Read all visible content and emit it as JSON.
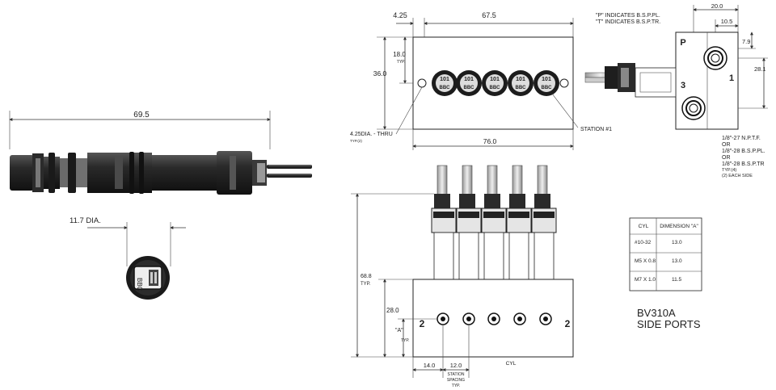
{
  "dims": {
    "len_69_5": "69.5",
    "dia_11_7": "11.7 DIA.",
    "w_4_25": "4.25",
    "w_67_5": "67.5",
    "h_18_0": "18.0",
    "h_18_typ": "TYP.",
    "h_36_0": "36.0",
    "w_76_0": "76.0",
    "hole_label": "4.25DIA. - THRU",
    "hole_sub": "TYP.(2)",
    "station1": "STATION #1",
    "w_20_0": "20.0",
    "w_10_5": "10.5",
    "h_7_9": "7.9",
    "h_28_1": "28.1",
    "h_68_8": "68.8",
    "h_68_typ": "TYP.",
    "h_28_0": "28.0",
    "h_a": "\"A\"",
    "h_a_typ": "TYP.",
    "w_14_0": "14.0",
    "w_12_0": "12.0",
    "spacing_1": "STATION",
    "spacing_2": "SPACING",
    "spacing_3": "TYP.",
    "cyl_label": "CYL"
  },
  "notes": {
    "p_note": "\"P\" INDICATES B.S.P.PL.",
    "t_note": "\"T\" INDICATES B.S.P.TR.",
    "thread_1": "1/8\"-27 N.P.T.F.",
    "or_1": "OR",
    "thread_2": "1/8\"-28 B.S.P.PL.",
    "or_2": "OR",
    "thread_3": "1/8\"-28 B.S.P.TR",
    "typ4": "TYP.(4)",
    "each_side": "(2) EACH SIDE"
  },
  "port_marks": {
    "p": "P",
    "three": "3",
    "one": "1",
    "two_left": "2",
    "two_right": "2"
  },
  "valve_text": {
    "top": "101",
    "bottom": "BBC"
  },
  "table": {
    "headers": [
      "CYL",
      "DIMENSION \"A\""
    ],
    "rows": [
      [
        "#10-32",
        "13.0"
      ],
      [
        "M5 X 0.8",
        "13.0"
      ],
      [
        "M7 X 1.0",
        "11.5"
      ]
    ]
  },
  "title": {
    "line1": "BV310A",
    "line2": "SIDE PORTS"
  },
  "colors": {
    "body": "#1e1e1e",
    "body_hi": "#4a4a4a",
    "line": "#333333"
  }
}
